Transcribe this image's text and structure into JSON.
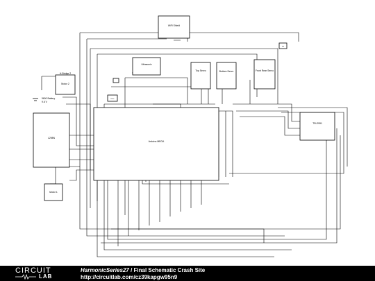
{
  "components": {
    "wifi": "WiFi Shield",
    "ultrasonic": "Ultrasonic",
    "top_servo": "Top Servo",
    "bottom_servo": "Bottom Servo",
    "front_rear_servo": "Front Rear Servo",
    "battery": "9600 Battery",
    "battery_voltage": "9.6 V",
    "motor2": "Motor 2",
    "motor1": "Motor 1",
    "hbridge": "H-Bridge 2",
    "l298n": "L298N",
    "arduino": "Arduino MEGA",
    "tsl": "TSL2591",
    "small_label": "SR",
    "small_label2": "Ebus"
  },
  "footer": {
    "logo_top": "CIRCUIT",
    "logo_bottom": "LAB",
    "user": "HarmonicSeries27",
    "separator": "/",
    "title": "Final Schematic Crash Site",
    "url": "http://circuitlab.com/cz39kapgw95n9"
  }
}
